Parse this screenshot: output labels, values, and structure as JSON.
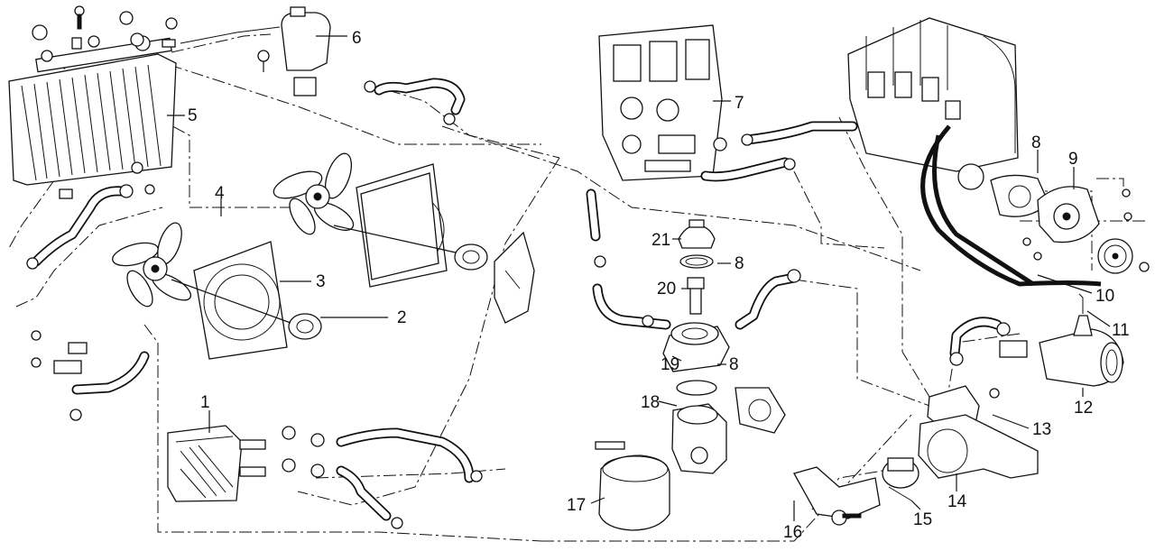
{
  "callouts": [
    {
      "id": "c1",
      "label": "1"
    },
    {
      "id": "c2",
      "label": "2"
    },
    {
      "id": "c3",
      "label": "3"
    },
    {
      "id": "c4",
      "label": "4"
    },
    {
      "id": "c5",
      "label": "5"
    },
    {
      "id": "c6",
      "label": "6"
    },
    {
      "id": "c7",
      "label": "7"
    },
    {
      "id": "c8a",
      "label": "8"
    },
    {
      "id": "c8b",
      "label": "8"
    },
    {
      "id": "c8c",
      "label": "8"
    },
    {
      "id": "c9",
      "label": "9"
    },
    {
      "id": "c10",
      "label": "10"
    },
    {
      "id": "c11",
      "label": "11"
    },
    {
      "id": "c12",
      "label": "12"
    },
    {
      "id": "c13",
      "label": "13"
    },
    {
      "id": "c14",
      "label": "14"
    },
    {
      "id": "c15",
      "label": "15"
    },
    {
      "id": "c16",
      "label": "16"
    },
    {
      "id": "c17",
      "label": "17"
    },
    {
      "id": "c18",
      "label": "18"
    },
    {
      "id": "c19",
      "label": "19"
    },
    {
      "id": "c20",
      "label": "20"
    },
    {
      "id": "c21",
      "label": "21"
    }
  ]
}
